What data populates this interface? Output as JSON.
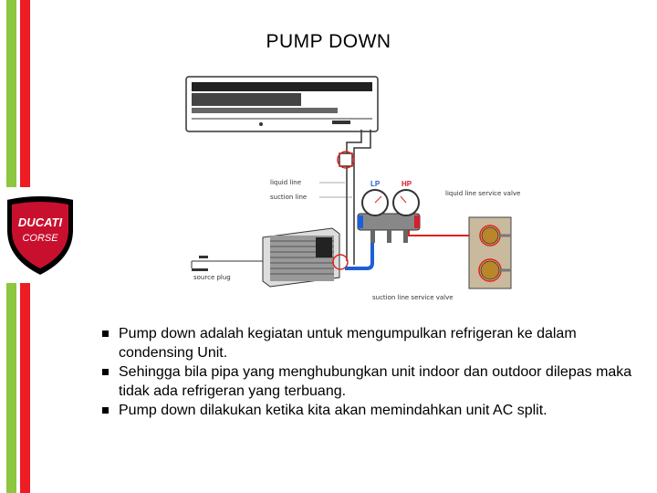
{
  "slide": {
    "title": "PUMP DOWN",
    "bullets": [
      "Pump down adalah kegiatan untuk mengumpulkan refrigeran ke dalam condensing Unit.",
      "Sehingga bila pipa yang menghubungkan unit indoor dan outdoor dilepas maka tidak ada refrigeran yang terbuang.",
      "Pump down dilakukan ketika kita akan memindahkan unit AC split."
    ]
  },
  "logo": {
    "line1": "DUCATI",
    "line2": "CORSE"
  },
  "diagram": {
    "labels": {
      "liquid_line": "liquid line",
      "suction_line": "suction line",
      "lp": "LP",
      "hp": "HP",
      "liquid_line_service_valve": "liquid line service valve",
      "source_plug": "source plug",
      "suction_line_service_valve": "suction line service valve"
    }
  },
  "colors": {
    "green": "#8dc63f",
    "red": "#ee1c25",
    "lp_blue": "#1f5fd6",
    "hp_red": "#d2202f"
  }
}
